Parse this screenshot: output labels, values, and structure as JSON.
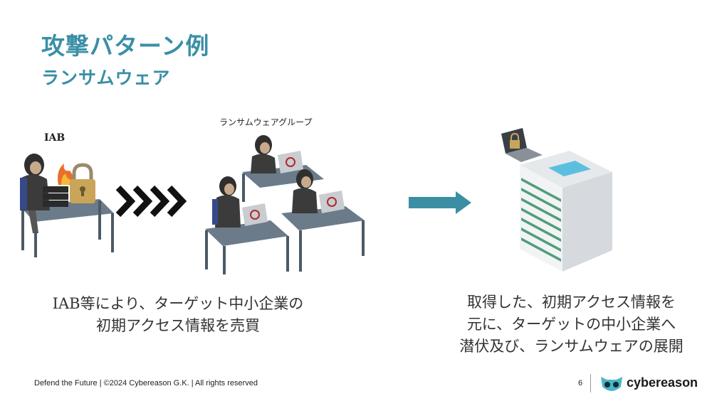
{
  "slide": {
    "title": "攻撃パターン例",
    "subtitle": "ランサムウェア",
    "iab_label": "IAB",
    "group_label": "ランサムウェアグループ",
    "caption_left": [
      "IAB等により、ターゲット中小企業の",
      "初期アクセス情報を売買"
    ],
    "caption_right": [
      "取得した、初期アクセス情報を",
      "元に、ターゲットの中小企業へ",
      "潜伏及び、ランサムウェアの展開"
    ]
  },
  "footer": {
    "copyright": "Defend the Future | ©2024 Cybereason G.K. | All rights reserved",
    "page_number": "6",
    "brand": "cybereason"
  },
  "colors": {
    "accent": "#3a8fa6",
    "desk": "#5d6e7e",
    "hacker": "#3a3a3a",
    "brand_teal": "#49b6c4"
  },
  "icons": [
    "hacker-icon",
    "lock-icon",
    "fire-icon",
    "server-icon",
    "biohazard-icon",
    "chevron-right-icon",
    "arrow-right-icon",
    "building-icon",
    "owl-logo-icon"
  ]
}
